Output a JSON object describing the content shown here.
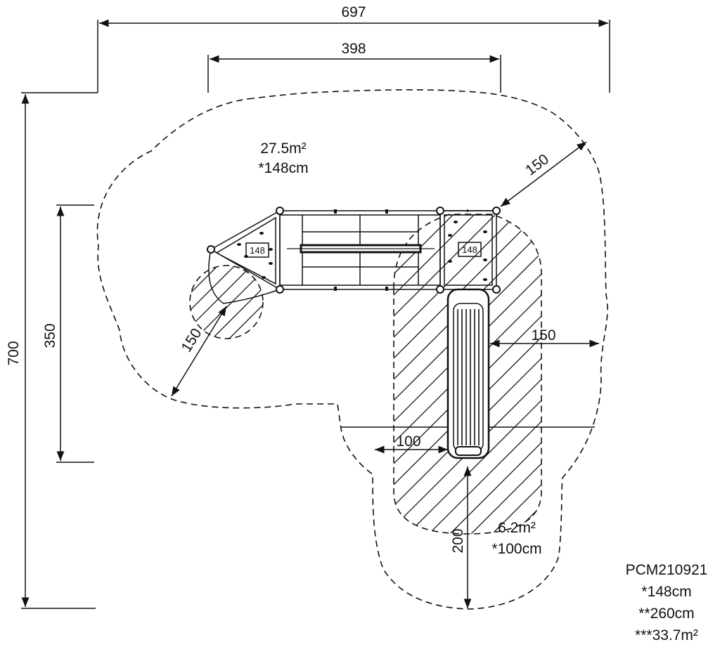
{
  "dimensions": {
    "overall_width": "697",
    "inner_width": "398",
    "overall_height": "700",
    "left_height": "350",
    "right_clearance": "150",
    "left_clearance": "150",
    "right_side_clearance": "150",
    "slide_side": "100",
    "slide_exit": "200"
  },
  "zones": {
    "main_area": "27.5m²",
    "main_height": "*148cm",
    "slide_area": "6.2m²",
    "slide_height": "*100cm"
  },
  "platforms": {
    "left_tag": "148",
    "right_tag": "148"
  },
  "spec": {
    "code": "PCM210921",
    "height1": "*148cm",
    "height2": "**260cm",
    "area": "***33.7m²"
  }
}
